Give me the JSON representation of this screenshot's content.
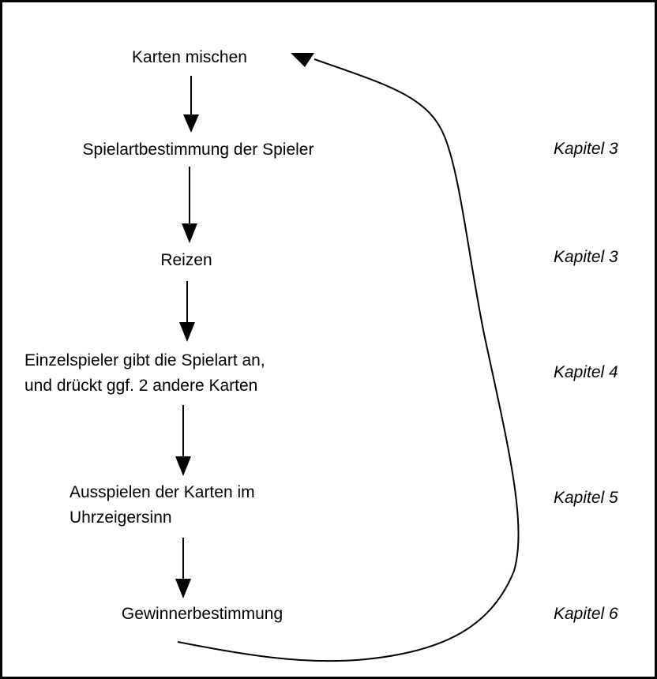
{
  "steps": [
    {
      "lines": [
        "Karten mischen"
      ]
    },
    {
      "lines": [
        "Spielartbestimmung der Spieler"
      ],
      "chapter": "Kapitel 3"
    },
    {
      "lines": [
        "Reizen"
      ],
      "chapter": "Kapitel 3"
    },
    {
      "lines": [
        "Einzelspieler gibt die Spielart an,",
        "und drückt ggf. 2 andere Karten"
      ],
      "chapter": "Kapitel 4"
    },
    {
      "lines": [
        "Ausspielen der Karten im",
        "Uhrzeigersinn"
      ],
      "chapter": "Kapitel 5"
    },
    {
      "lines": [
        "Gewinnerbestimmung"
      ],
      "chapter": "Kapitel 6"
    }
  ]
}
